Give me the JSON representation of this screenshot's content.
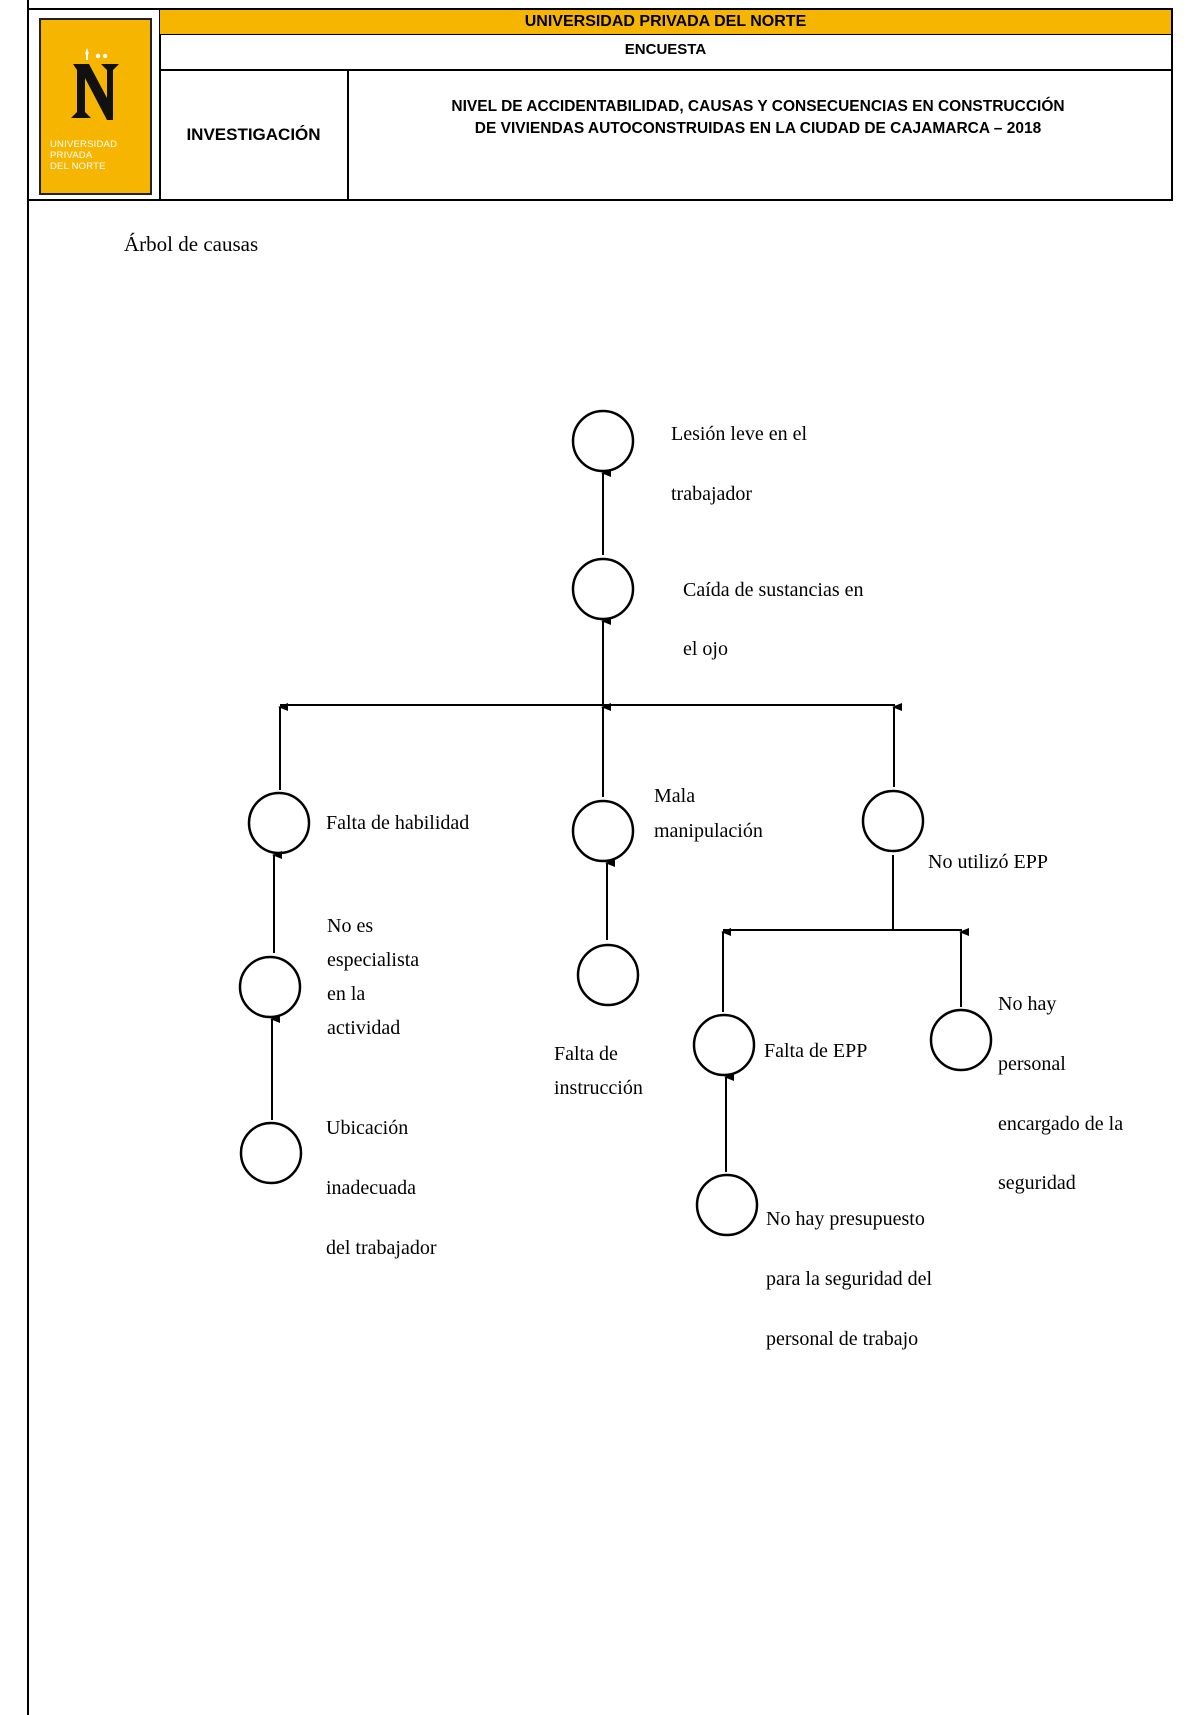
{
  "header": {
    "logo_text": "UNIVERSIDAD\nPRIVADA\nDEL NORTE",
    "university": "UNIVERSIDAD PRIVADA DEL NORTE",
    "form_type": "ENCUESTA",
    "section_label": "INVESTIGACIÓN",
    "title_line1": "NIVEL DE ACCIDENTABILIDAD, CAUSAS Y CONSECUENCIAS EN CONSTRUCCIÓN",
    "title_line2": "DE VIVIENDAS AUTOCONSTRUIDAS EN LA CIUDAD DE CAJAMARCA – 2018",
    "brand_color": "#f6b500"
  },
  "document": {
    "label": "Árbol de causas"
  },
  "tree": {
    "lesion": [
      "Lesión leve en el",
      "trabajador"
    ],
    "caida": [
      "Caída de sustancias en",
      "el ojo"
    ],
    "habilidad": [
      "Falta de habilidad"
    ],
    "manipulacion": [
      "Mala",
      "manipulación"
    ],
    "no_epp": [
      "No utilizó EPP"
    ],
    "no_especialista": [
      "No es",
      "especialista",
      "en la",
      "actividad"
    ],
    "ubicacion": [
      "Ubicación",
      "inadecuada",
      "del trabajador"
    ],
    "instruccion": [
      "Falta de",
      "instrucción"
    ],
    "falta_epp": [
      "Falta de EPP"
    ],
    "no_personal": [
      "No hay",
      "personal",
      "encargado de la",
      "seguridad"
    ],
    "presupuesto": [
      "No hay presupuesto",
      "para la seguridad del",
      "personal de trabajo"
    ]
  }
}
